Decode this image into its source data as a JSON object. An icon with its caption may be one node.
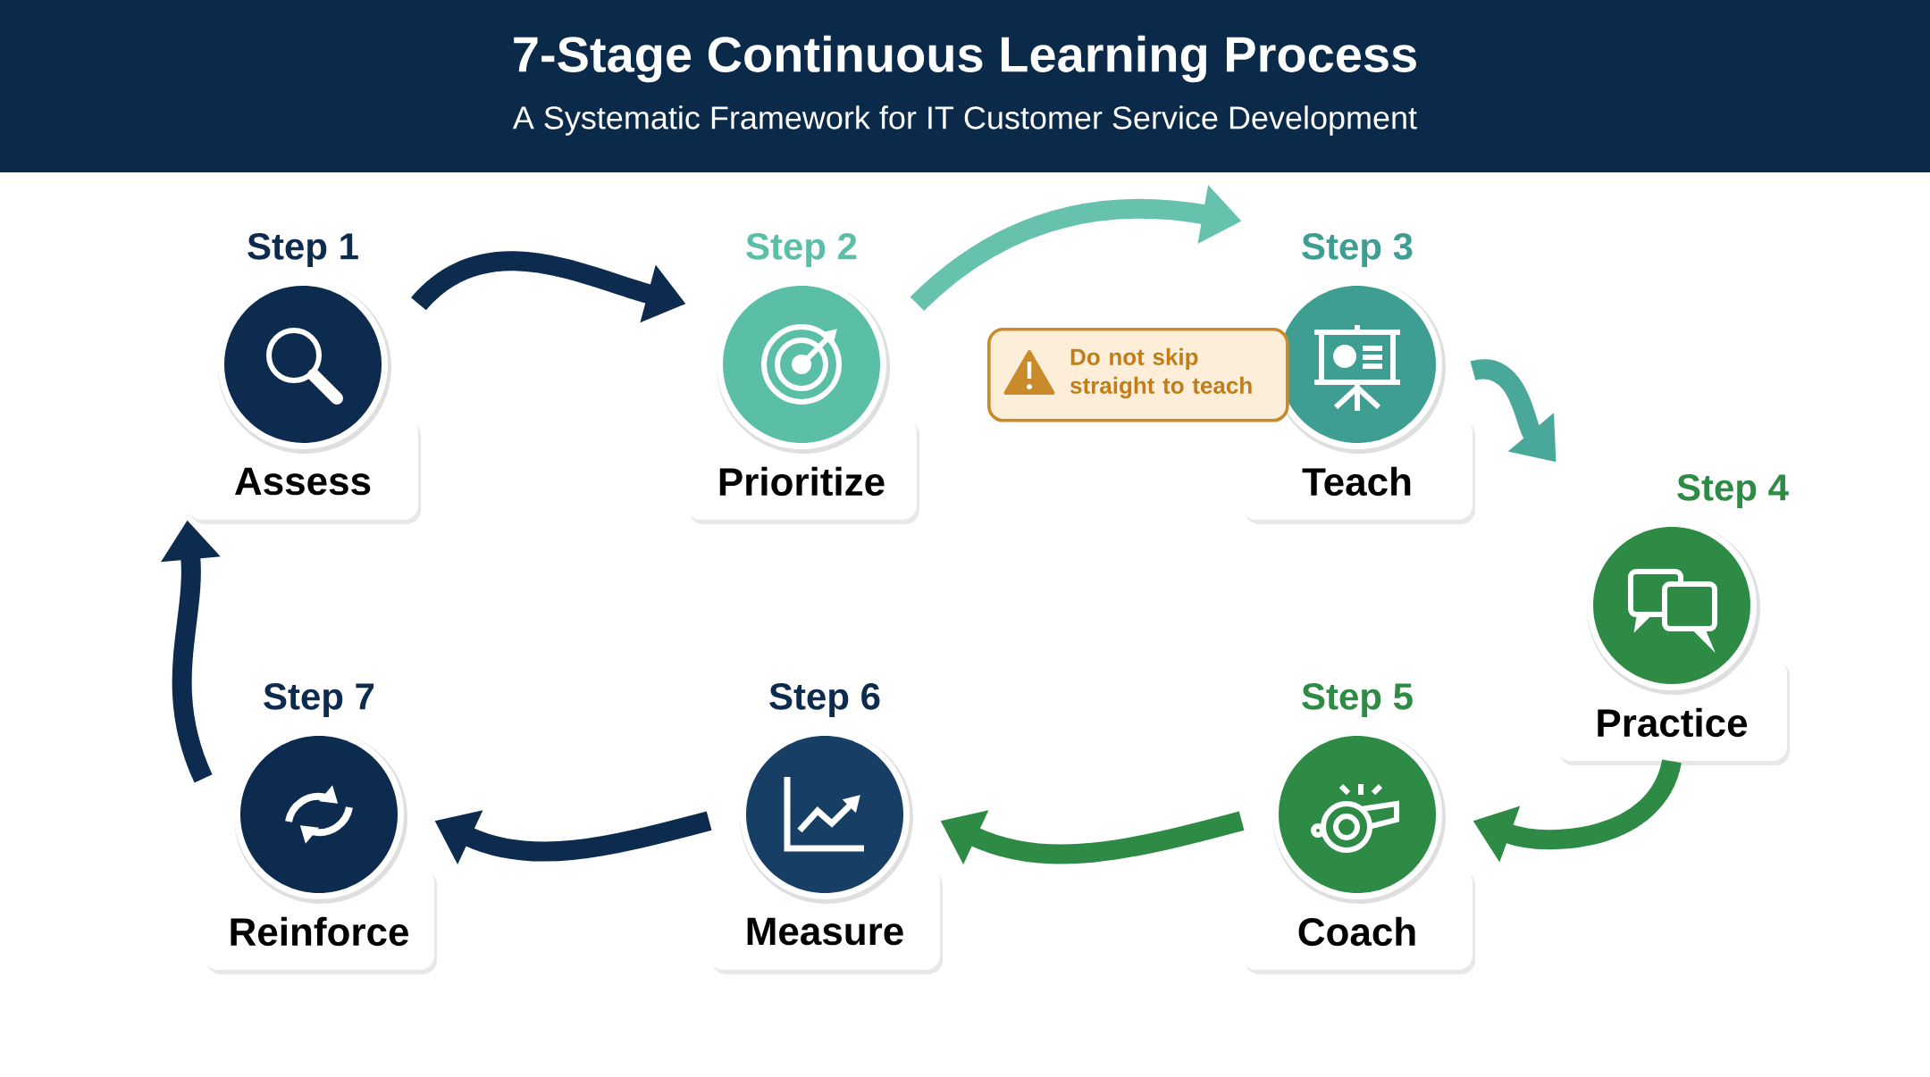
{
  "diagram": {
    "title": "7-Stage Continuous Learning Process",
    "caption": "A Systematic Framework for IT Customer Service Development",
    "nodes": [
      {
        "text": [
          "Step 1",
          "Assess"
        ]
      },
      {
        "text": [
          "Step 2",
          "Prioritize"
        ]
      },
      {
        "text": [
          "Step 3",
          "Teach"
        ]
      },
      {
        "text": [
          "Step 4",
          "Practice"
        ]
      },
      {
        "text": [
          "Step 5",
          "Coach"
        ]
      },
      {
        "text": [
          "Step 6",
          "Measure"
        ]
      },
      {
        "text": [
          "Step 7",
          "Reinforce"
        ]
      },
      {
        "text": [
          "Do not skip straight to teach"
        ]
      }
    ],
    "edges": [
      {
        "from": 0,
        "to": 1,
        "arrow": "to",
        "color": "#0d2b4e"
      },
      {
        "from": 1,
        "to": 2,
        "arrow": "to",
        "color": "#66c2ad"
      },
      {
        "from": 2,
        "to": 3,
        "arrow": "to",
        "color": "#4aa89a"
      },
      {
        "from": 3,
        "to": 4,
        "arrow": "to",
        "color": "#2e8b45"
      },
      {
        "from": 4,
        "to": 5,
        "arrow": "to",
        "color": "#2e8b45"
      },
      {
        "from": 5,
        "to": 6,
        "arrow": "to",
        "color": "#0d2b4e"
      },
      {
        "from": 6,
        "to": 0,
        "arrow": "to",
        "color": "#0d2b4e"
      }
    ]
  }
}
